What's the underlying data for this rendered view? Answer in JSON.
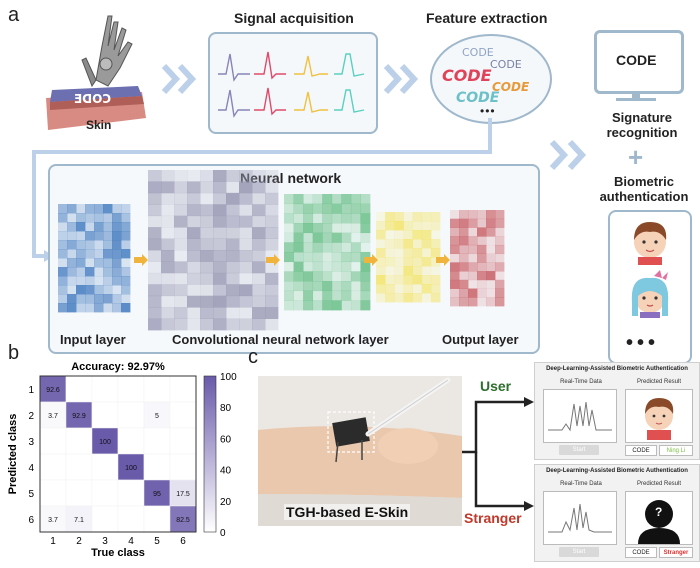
{
  "panel_a": {
    "letter": "a",
    "skin_label": "Skin",
    "skin_text": "CODE",
    "signal_acquisition": "Signal acquisition",
    "feature_extraction": "Feature extraction",
    "feature_words": [
      "CODE",
      "CODE",
      "CODE",
      "CODE",
      "CODE"
    ],
    "ellipsis": "•••",
    "monitor_text": "CODE",
    "signature_recognition": "Signature recognition",
    "plus": "+",
    "biometric_authentication": "Biometric authentication",
    "neural_network": "Neural network",
    "input_layer": "Input layer",
    "conv_layer": "Convolutional neural network layer",
    "output_layer": "Output layer",
    "faces_ellipsis": "•••",
    "colors": {
      "box_border": "#9fb8cc",
      "input": "#4a7fc1",
      "conv": "#9a9ab5",
      "green": "#6cc08a",
      "yellow": "#f3e46a",
      "red": "#c9646a",
      "arrow": "#f0b43c"
    }
  },
  "panel_b": {
    "letter": "b",
    "accuracy": "Accuracy: 92.97%",
    "ylabel": "Predicted class",
    "xlabel": "True class",
    "cbar_ticks": [
      "100",
      "80",
      "60",
      "40",
      "20",
      "0"
    ]
  },
  "panel_c": {
    "letter": "c",
    "eskin_label": "TGH-based E-Skin",
    "user_label": "User",
    "stranger_label": "Stranger",
    "card_title": "Deep-Learning-Assisted Biometric Authentication",
    "realtime_label": "Real-Time Data",
    "predicted_label": "Predicted Result",
    "start_label": "Start",
    "code_label": "CODE",
    "user_result": "Ning Li",
    "stranger_result": "Stranger",
    "question": "?",
    "colors": {
      "user": "#2e6e2e",
      "stranger": "#c0392b"
    }
  },
  "chart_data": {
    "type": "heatmap",
    "title": "Accuracy: 92.97%",
    "xlabel": "True class",
    "ylabel": "Predicted class",
    "x_categories": [
      "1",
      "2",
      "3",
      "4",
      "5",
      "6"
    ],
    "y_categories": [
      "1",
      "2",
      "3",
      "4",
      "5",
      "6"
    ],
    "colorbar_range": [
      0,
      100
    ],
    "cells": [
      {
        "pred": "1",
        "true": "1",
        "value": 92.6
      },
      {
        "pred": "2",
        "true": "1",
        "value": 3.7
      },
      {
        "pred": "2",
        "true": "2",
        "value": 92.9
      },
      {
        "pred": "2",
        "true": "5",
        "value": 5
      },
      {
        "pred": "3",
        "true": "3",
        "value": 100
      },
      {
        "pred": "4",
        "true": "4",
        "value": 100
      },
      {
        "pred": "5",
        "true": "5",
        "value": 95
      },
      {
        "pred": "5",
        "true": "6",
        "value": 17.5
      },
      {
        "pred": "6",
        "true": "1",
        "value": 3.7
      },
      {
        "pred": "6",
        "true": "2",
        "value": 7.1
      },
      {
        "pred": "6",
        "true": "6",
        "value": 82.5
      }
    ]
  }
}
